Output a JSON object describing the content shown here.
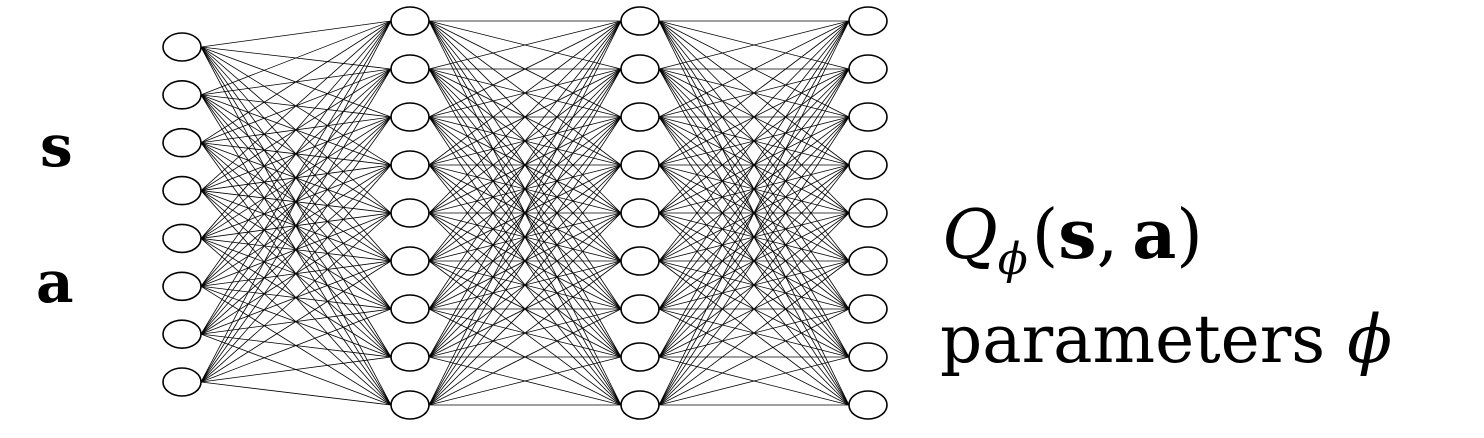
{
  "inputs": {
    "s_label": "s",
    "a_label": "a"
  },
  "output": {
    "q_symbol": "Q",
    "q_subscript": "ϕ",
    "q_open": "(",
    "q_s": "s",
    "q_comma": ",",
    "q_a": "a",
    "q_close": ")",
    "params_word": "parameters",
    "params_symbol": "ϕ"
  },
  "network": {
    "layer_sizes": [
      8,
      9,
      9,
      9
    ],
    "fully_connected": true,
    "node_color": "#ffffff",
    "stroke_color": "#000000"
  }
}
